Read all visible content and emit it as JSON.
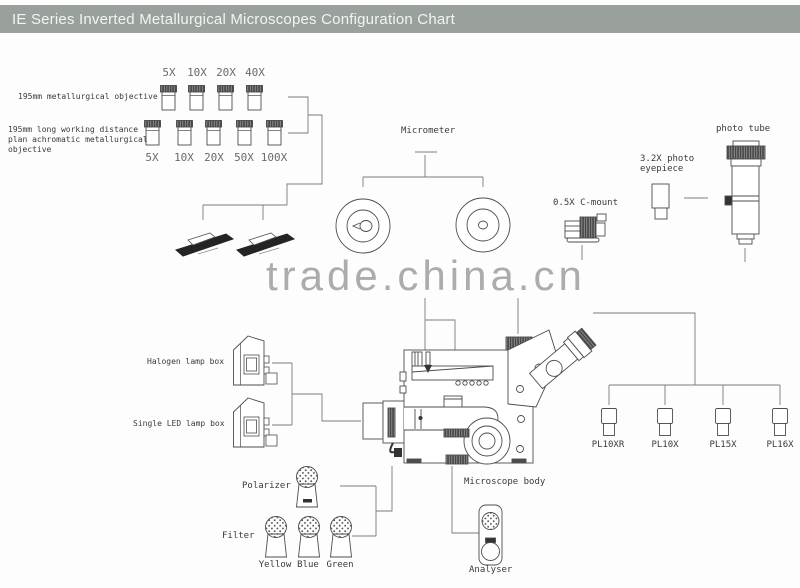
{
  "theme": {
    "header_bg": "#9aa09b",
    "header_fg": "#f4f4f4",
    "canvas_bg": "#fdfdfd",
    "line": "#4d4d4d",
    "connector": "#7a7a7a",
    "label": "#3a3a3a",
    "muted_label": "#6a6a6a",
    "watermark": "#acacac"
  },
  "header": {
    "title": "IE Series Inverted Metallurgical Microscopes Configuration Chart"
  },
  "watermark": {
    "text": "trade.china.cn"
  },
  "objectives": {
    "row1": {
      "label": "195mm metallurgical objective",
      "mags": [
        "5X",
        "10X",
        "20X",
        "40X"
      ]
    },
    "row2": {
      "label_lines": [
        "195mm long working distance",
        "plan achromatic metallurgical",
        "objective"
      ],
      "mags": [
        "5X",
        "10X",
        "20X",
        "50X",
        "100X"
      ]
    }
  },
  "micrometer": {
    "label": "Micrometer"
  },
  "photo": {
    "tube_label": "photo tube",
    "eyepiece_label_lines": [
      "3.2X photo",
      "eyepiece"
    ],
    "cmount_label": "0.5X C-mount"
  },
  "lamps": {
    "halogen_label": "Halogen lamp box",
    "led_label": "Single LED lamp box"
  },
  "filters": {
    "polarizer_label": "Polarizer",
    "filter_label": "Filter",
    "colors": [
      "Yellow",
      "Blue",
      "Green"
    ]
  },
  "microscope": {
    "label": "Microscope body"
  },
  "analyser": {
    "label": "Analyser"
  },
  "eyepieces": {
    "labels": [
      "PL10XR",
      "PL10X",
      "PL15X",
      "PL16X"
    ]
  }
}
